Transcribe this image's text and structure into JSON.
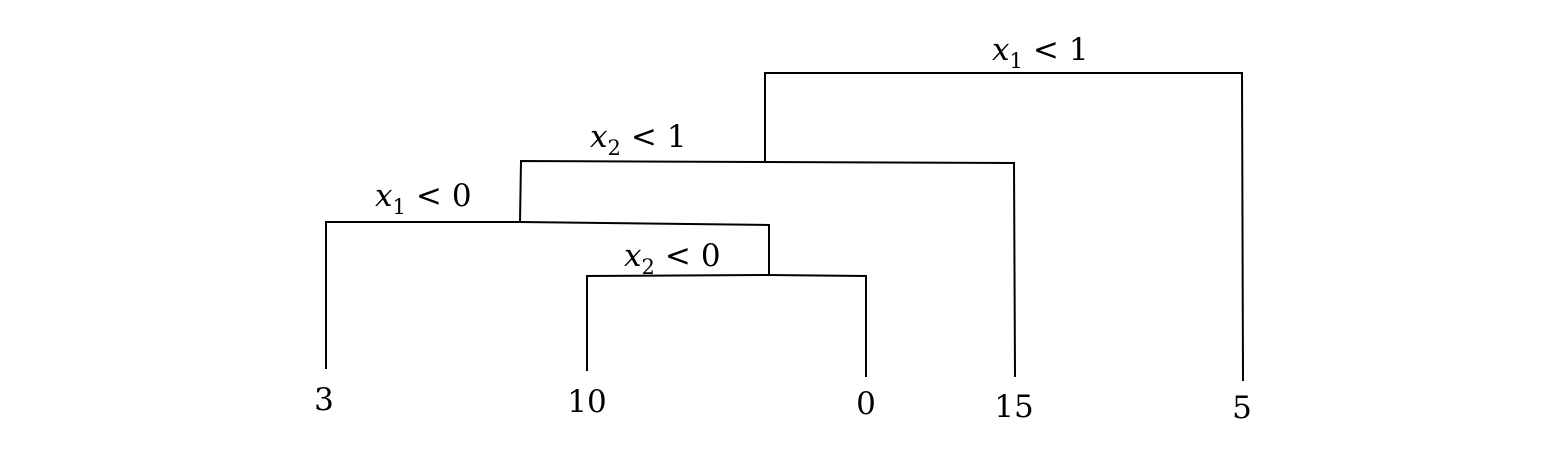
{
  "tree": {
    "nodes": [
      {
        "id": "split-root",
        "variable": "x",
        "subscript": "1",
        "operator": "<",
        "threshold": "1"
      },
      {
        "id": "split-mid",
        "variable": "x",
        "subscript": "2",
        "operator": "<",
        "threshold": "1"
      },
      {
        "id": "split-left",
        "variable": "x",
        "subscript": "1",
        "operator": "<",
        "threshold": "0"
      },
      {
        "id": "split-inner",
        "variable": "x",
        "subscript": "2",
        "operator": "<",
        "threshold": "0"
      }
    ],
    "leaves": [
      {
        "id": "leaf-1",
        "value": "3"
      },
      {
        "id": "leaf-2",
        "value": "10"
      },
      {
        "id": "leaf-3",
        "value": "0"
      },
      {
        "id": "leaf-4",
        "value": "15"
      },
      {
        "id": "leaf-5",
        "value": "5"
      }
    ]
  }
}
